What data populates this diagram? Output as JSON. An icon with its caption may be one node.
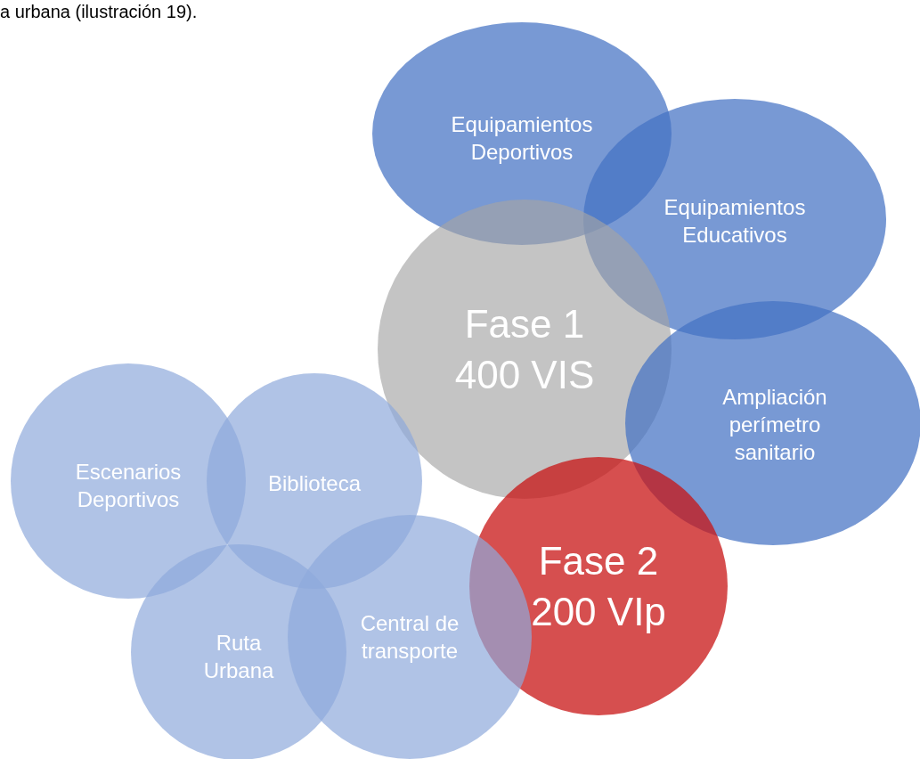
{
  "diagram": {
    "nodes": [
      {
        "text": [
          "Equipamientos Deportivos"
        ]
      },
      {
        "text": [
          "Equipamientos Educativos"
        ]
      },
      {
        "text": [
          "Fase 1 400 VIS"
        ]
      },
      {
        "text": [
          "Ampliación perímetro sanitario"
        ]
      },
      {
        "text": [
          "Escenarios Deportivos"
        ]
      },
      {
        "text": [
          "Biblioteca"
        ]
      },
      {
        "text": [
          "Fase 2 200 VIp"
        ]
      },
      {
        "text": [
          "Ruta Urbana"
        ]
      },
      {
        "text": [
          "Central de transporte"
        ]
      }
    ],
    "labels": [
      "a urbana (ilustración 19)."
    ]
  }
}
